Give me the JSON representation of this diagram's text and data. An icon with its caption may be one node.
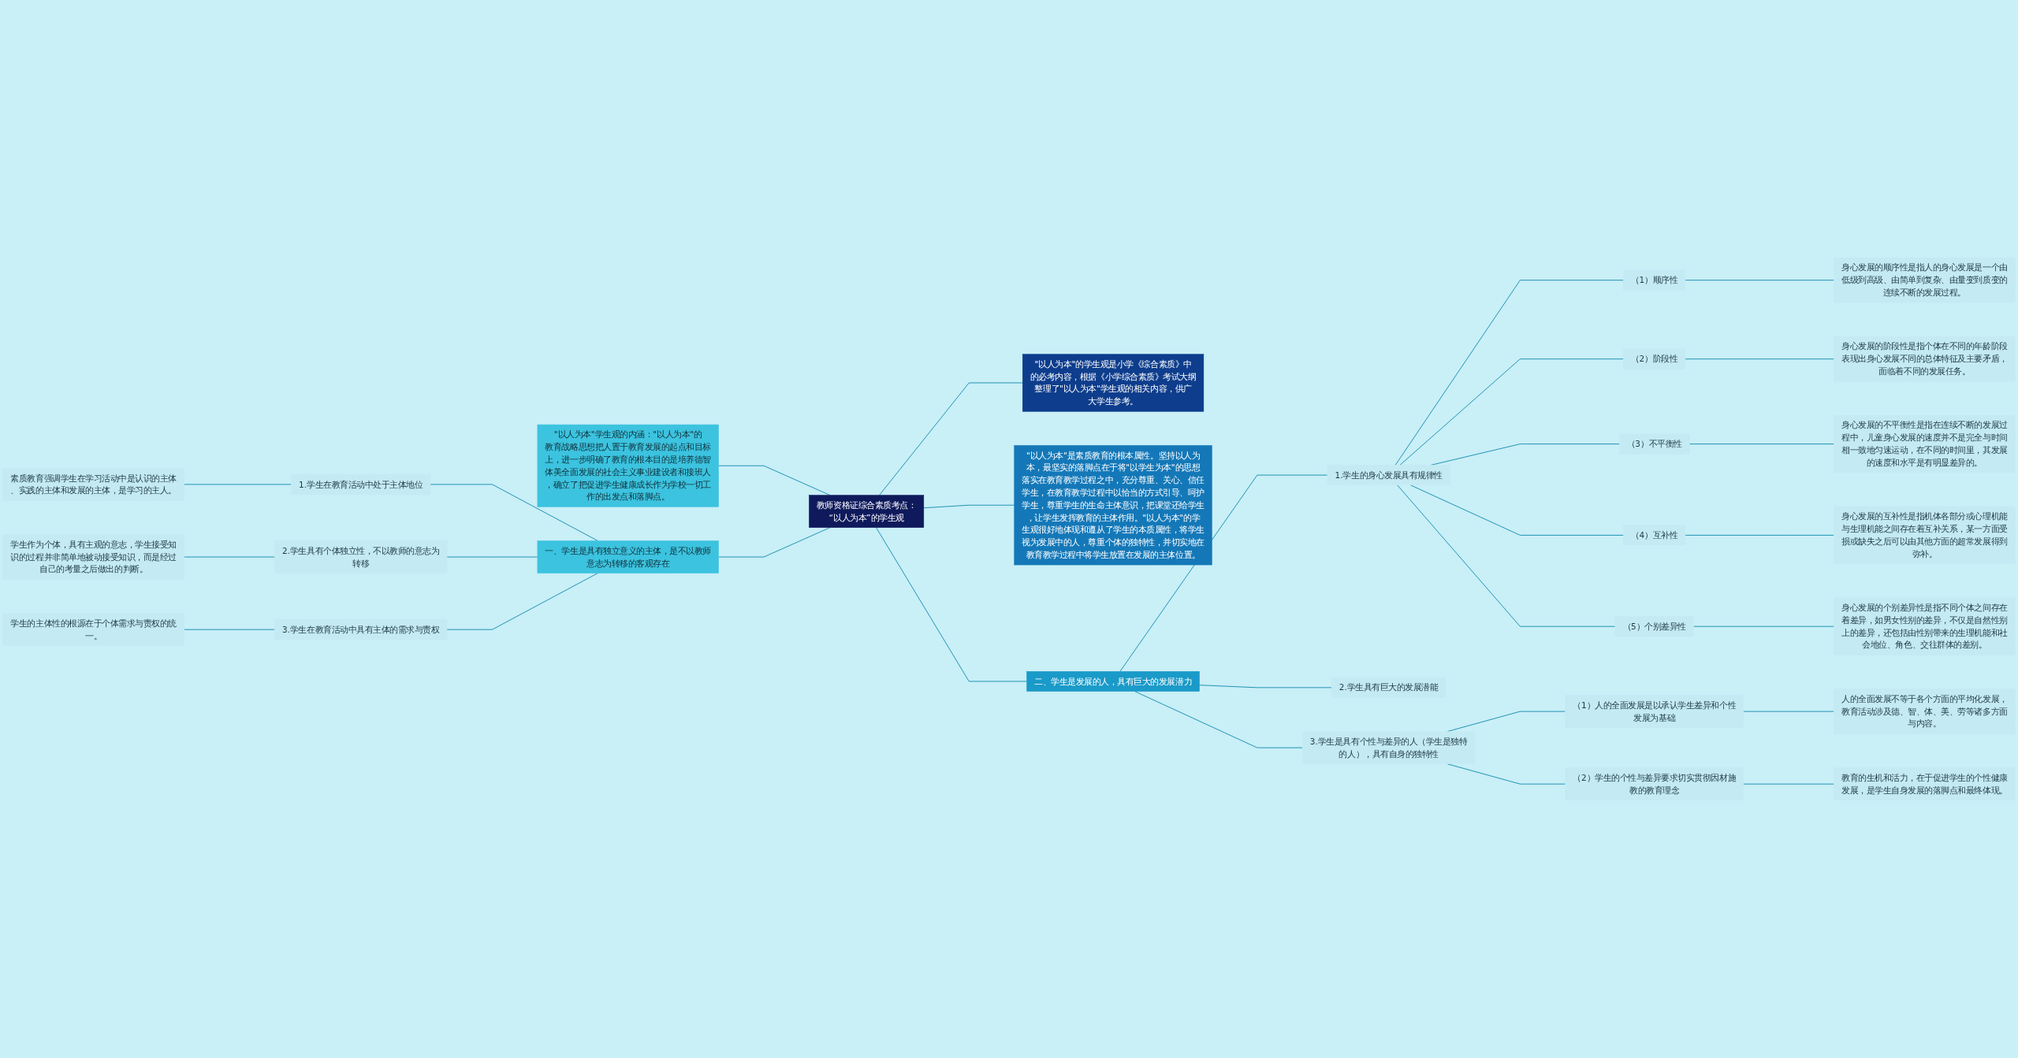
{
  "diagram": {
    "nodes": [
      {
        "text": [
          "教师资格证综合素质考点：“以人为本”的学生观"
        ]
      },
      {
        "text": [
          "\"以人为本\"学生观的内涵：\"以人为本\"的教育战略思想把人置于教育发展的起点和目标上，进一步明确了教育的根本目的是培养德智体美全面发展的社会主义事业建设者和接班人，确立了把促进学生健康成长作为学校一切工作的出发点和落脚点。"
        ]
      },
      {
        "text": [
          "一、学生是具有独立意义的主体，是不以教师意志为转移的客观存在"
        ]
      },
      {
        "text": [
          "1.学生在教育活动中处于主体地位"
        ]
      },
      {
        "text": [
          "素质教育强调学生在学习活动中是认识的主体、实践的主体和发展的主体，是学习的主人。"
        ]
      },
      {
        "text": [
          "2.学生具有个体独立性，不以教师的意志为转移"
        ]
      },
      {
        "text": [
          "学生作为个体，具有主观的意志，学生接受知识的过程并非简单地被动接受知识，而是经过自己的考量之后做出的判断。"
        ]
      },
      {
        "text": [
          "3.学生在教育活动中具有主体的需求与责权"
        ]
      },
      {
        "text": [
          "学生的主体性的根源在于个体需求与责权的统一。"
        ]
      },
      {
        "text": [
          "\"以人为本\"的学生观是小学《综合素质》中的必考内容，根据《小学综合素质》考试大纲整理了\"以人为本\"学生观的相关内容，供广大学生参考。"
        ]
      },
      {
        "text": [
          "\"以人为本\"是素质教育的根本属性。坚持以人为本，最坚实的落脚点在于将\"以学生为本\"的思想落实在教育教学过程之中，充分尊重、关心、信任学生，在教育教学过程中以恰当的方式引导、呵护学生，尊重学生的生命主体意识，把课堂还给学生，让学生发挥教育的主体作用。\"以人为本\"的学生观很好地体现和遵从了学生的本质属性，将学生视为发展中的人，尊重个体的独特性，并切实地在教育教学过程中将学生放置在发展的主体位置。"
        ]
      },
      {
        "text": [
          "二、学生是发展的人，具有巨大的发展潜力"
        ]
      },
      {
        "text": [
          "1.学生的身心发展具有规律性"
        ]
      },
      {
        "text": [
          "（1）顺序性"
        ]
      },
      {
        "text": [
          "身心发展的顺序性是指人的身心发展是一个由低级到高级、由简单到复杂、由量变到质变的连续不断的发展过程。"
        ]
      },
      {
        "text": [
          "（2）阶段性"
        ]
      },
      {
        "text": [
          "身心发展的阶段性是指个体在不同的年龄阶段表现出身心发展不同的总体特征及主要矛盾，面临着不同的发展任务。"
        ]
      },
      {
        "text": [
          "（3）不平衡性"
        ]
      },
      {
        "text": [
          "身心发展的不平衡性是指在连续不断的发展过程中，儿童身心发展的速度并不是完全与时间相一致地匀速运动，在不同的时间里，其发展的速度和水平是有明显差异的。"
        ]
      },
      {
        "text": [
          "（4）互补性"
        ]
      },
      {
        "text": [
          "身心发展的互补性是指机体各部分或心理机能与生理机能之间存在着互补关系，某一方面受损或缺失之后可以由其他方面的超常发展得到弥补。"
        ]
      },
      {
        "text": [
          "（5）个别差异性"
        ]
      },
      {
        "text": [
          "身心发展的个别差异性是指不同个体之间存在着差异，如男女性别的差异，不仅是自然性别上的差异，还包括由性别带来的生理机能和社会地位、角色、交往群体的差别。"
        ]
      },
      {
        "text": [
          "2.学生具有巨大的发展潜能"
        ]
      },
      {
        "text": [
          "3.学生是具有个性与差异的人（学生是独特的人），具有自身的独特性"
        ]
      },
      {
        "text": [
          "（1）人的全面发展是以承认学生差异和个性发展为基础"
        ]
      },
      {
        "text": [
          "人的全面发展不等于各个方面的平均化发展，教育活动涉及德、智、体、美、劳等诸多方面与内容。"
        ]
      },
      {
        "text": [
          "（2）学生的个性与差异要求切实贯彻因材施教的教育理念"
        ]
      },
      {
        "text": [
          "教育的生机和活力，在于促进学生的个性健康发展，是学生自身发展的落脚点和最终体现。"
        ]
      }
    ],
    "edges": [
      {
        "from": 1,
        "to": 0,
        "arrow": "none"
      },
      {
        "from": 2,
        "to": 0,
        "arrow": "none"
      },
      {
        "from": 3,
        "to": 2,
        "arrow": "none"
      },
      {
        "from": 4,
        "to": 3,
        "arrow": "none"
      },
      {
        "from": 5,
        "to": 2,
        "arrow": "none"
      },
      {
        "from": 6,
        "to": 5,
        "arrow": "none"
      },
      {
        "from": 7,
        "to": 2,
        "arrow": "none"
      },
      {
        "from": 8,
        "to": 7,
        "arrow": "none"
      },
      {
        "from": 0,
        "to": 9,
        "arrow": "none"
      },
      {
        "from": 0,
        "to": 10,
        "arrow": "none"
      },
      {
        "from": 0,
        "to": 11,
        "arrow": "none"
      },
      {
        "from": 11,
        "to": 12,
        "arrow": "none"
      },
      {
        "from": 12,
        "to": 13,
        "arrow": "none"
      },
      {
        "from": 13,
        "to": 14,
        "arrow": "none"
      },
      {
        "from": 12,
        "to": 15,
        "arrow": "none"
      },
      {
        "from": 15,
        "to": 16,
        "arrow": "none"
      },
      {
        "from": 12,
        "to": 17,
        "arrow": "none"
      },
      {
        "from": 17,
        "to": 18,
        "arrow": "none"
      },
      {
        "from": 12,
        "to": 19,
        "arrow": "none"
      },
      {
        "from": 19,
        "to": 20,
        "arrow": "none"
      },
      {
        "from": 12,
        "to": 21,
        "arrow": "none"
      },
      {
        "from": 21,
        "to": 22,
        "arrow": "none"
      },
      {
        "from": 11,
        "to": 23,
        "arrow": "none"
      },
      {
        "from": 11,
        "to": 24,
        "arrow": "none"
      },
      {
        "from": 24,
        "to": 25,
        "arrow": "none"
      },
      {
        "from": 25,
        "to": 26,
        "arrow": "none"
      },
      {
        "from": 24,
        "to": 27,
        "arrow": "none"
      },
      {
        "from": 27,
        "to": 28,
        "arrow": "none"
      }
    ]
  }
}
